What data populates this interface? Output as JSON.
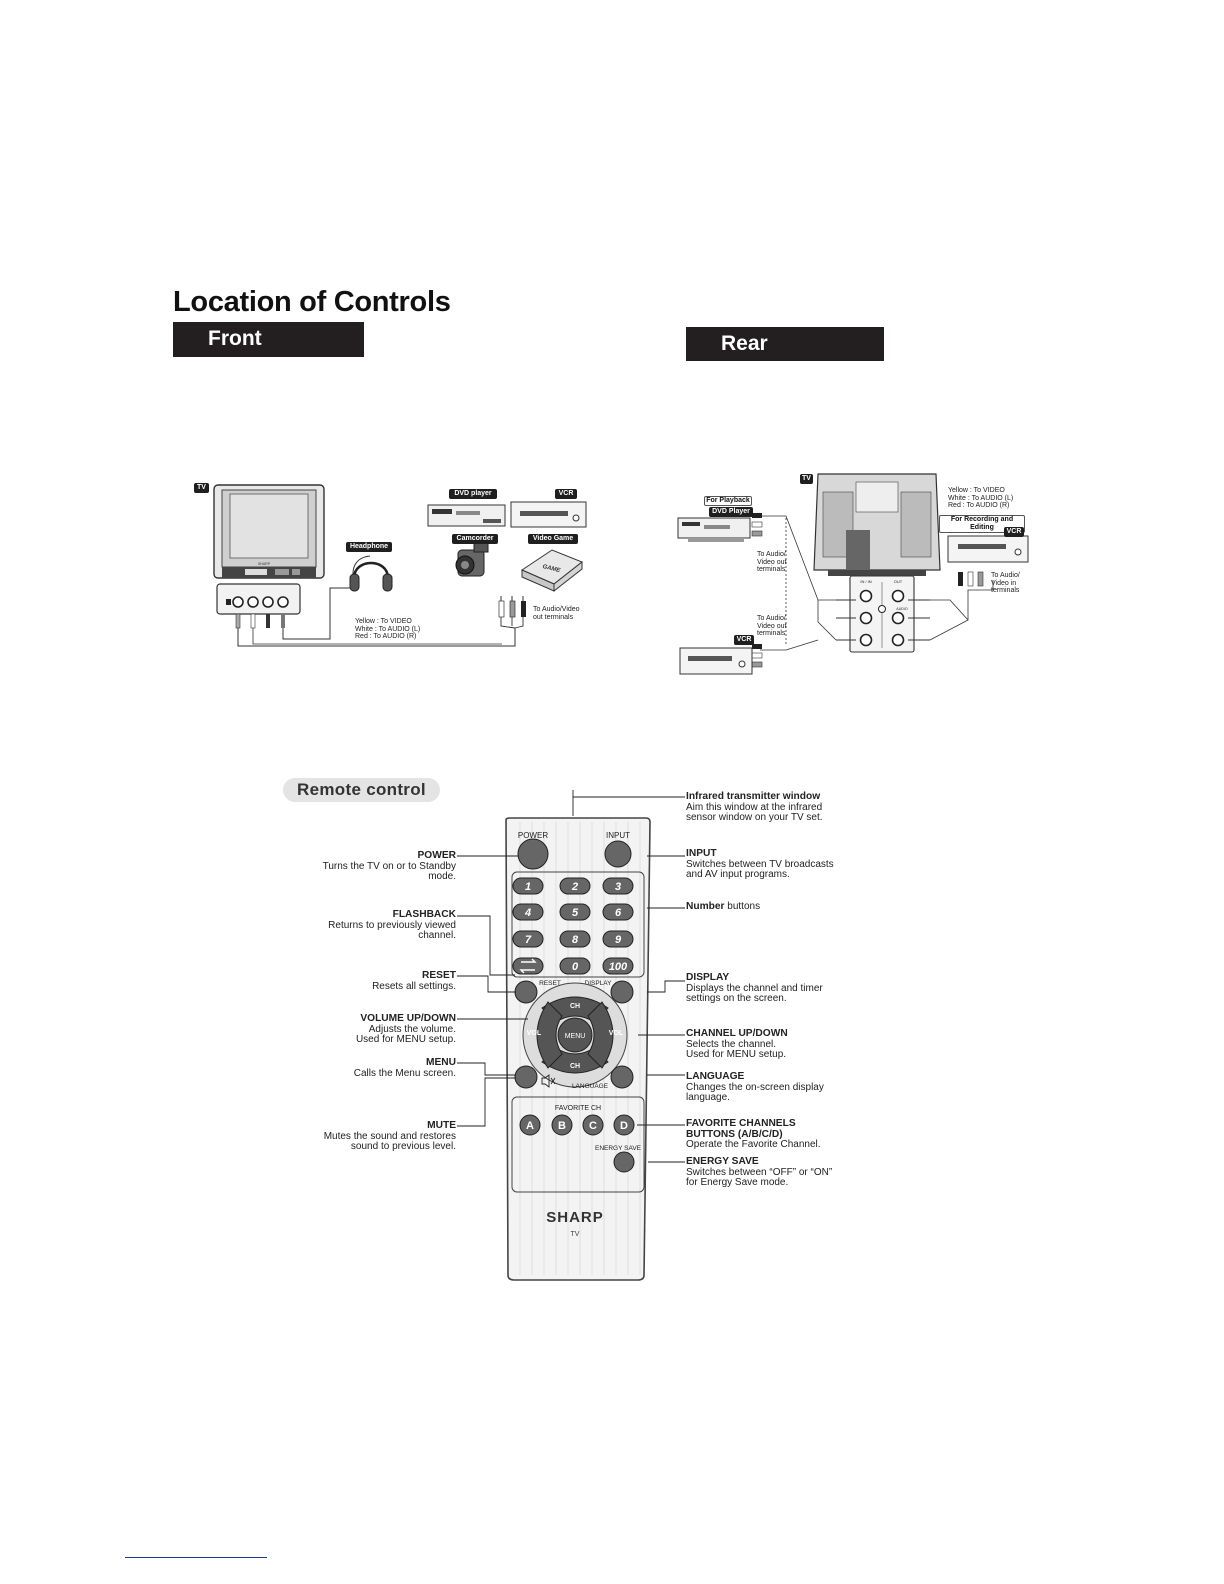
{
  "page": {
    "title": "Location of Controls",
    "front_label": "Front",
    "rear_label": "Rear",
    "remote_label": "Remote control"
  },
  "front_diagram": {
    "tv_tag": "TV",
    "tv_brand": "SHARP",
    "headphone_tag": "Headphone",
    "dvd_tag": "DVD player",
    "vcr_tag": "VCR",
    "camcorder_tag": "Camcorder",
    "videogame_tag": "Video Game",
    "game_label": "GAME",
    "legend": [
      "Yellow : To VIDEO",
      "White  : To AUDIO (L)",
      "Red     : To AUDIO (R)"
    ],
    "to_audio_video": [
      "To Audio/Video",
      "out terminals"
    ]
  },
  "rear_diagram": {
    "tv_tag": "TV",
    "for_playback": "For Playback",
    "dvd_tag": "DVD Player",
    "vcr_tag": "VCR",
    "vcr_tag_right": "VCR",
    "for_recording": "For Recording and Editing",
    "legend": [
      "Yellow : To VIDEO",
      "White  : To AUDIO (L)",
      "Red     : To AUDIO (R)"
    ],
    "to_av_out_1": [
      "To Audio/",
      "Video out",
      "terminals"
    ],
    "to_av_out_2": [
      "To Audio/",
      "Video out",
      "terminals"
    ],
    "to_av_in": [
      "To Audio/",
      "Video in",
      "terminals"
    ],
    "panel_labels": {
      "in": "IN / IN",
      "out": "OUT",
      "audio": "AUDIO"
    }
  },
  "remote": {
    "buttons": {
      "power": "POWER",
      "input": "INPUT",
      "numbers": [
        "1",
        "2",
        "3",
        "4",
        "5",
        "6",
        "7",
        "8",
        "9",
        "0",
        "100"
      ],
      "reset": "RESET",
      "display": "DISPLAY",
      "ch": "CH",
      "vol": "VOL",
      "menu": "MENU",
      "language": "LANGUAGE",
      "favorite_ch": "FAVORITE CH",
      "fav": [
        "A",
        "B",
        "C",
        "D"
      ],
      "energy_save": "ENERGY SAVE",
      "brand": "SHARP",
      "tv": "TV"
    },
    "callouts_left": [
      {
        "head": "POWER",
        "lines": [
          "Turns the TV on or to Standby",
          "mode."
        ]
      },
      {
        "head": "FLASHBACK",
        "lines": [
          "Returns to previously viewed",
          "channel."
        ]
      },
      {
        "head": "RESET",
        "lines": [
          "Resets all settings."
        ]
      },
      {
        "head": "VOLUME UP/DOWN",
        "lines": [
          "Adjusts the volume.",
          "Used for MENU setup."
        ]
      },
      {
        "head": "MENU",
        "lines": [
          "Calls the Menu screen."
        ]
      },
      {
        "head": "MUTE",
        "lines": [
          "Mutes the sound and restores",
          "sound to previous level."
        ]
      }
    ],
    "callouts_right": [
      {
        "head": "Infrared transmitter window",
        "lines": [
          "Aim this window at the infrared",
          "sensor window on your TV set."
        ]
      },
      {
        "head": "INPUT",
        "lines": [
          "Switches between TV broadcasts",
          "and AV input programs."
        ]
      },
      {
        "head": "Number",
        "lines": [
          " buttons"
        ]
      },
      {
        "head": "DISPLAY",
        "lines": [
          "Displays the channel and timer",
          "settings on the screen."
        ]
      },
      {
        "head": "CHANNEL UP/DOWN",
        "lines": [
          "Selects the channel.",
          "Used for MENU setup."
        ]
      },
      {
        "head": "LANGUAGE",
        "lines": [
          "Changes the on-screen display",
          "language."
        ]
      },
      {
        "head": "FAVORITE CHANNELS",
        "lines": [
          "BUTTONS (A/B/C/D)",
          "Operate the Favorite Channel."
        ]
      },
      {
        "head": "ENERGY SAVE",
        "lines": [
          "Switches between “OFF” or “ON”",
          "for Energy Save mode."
        ]
      }
    ]
  }
}
